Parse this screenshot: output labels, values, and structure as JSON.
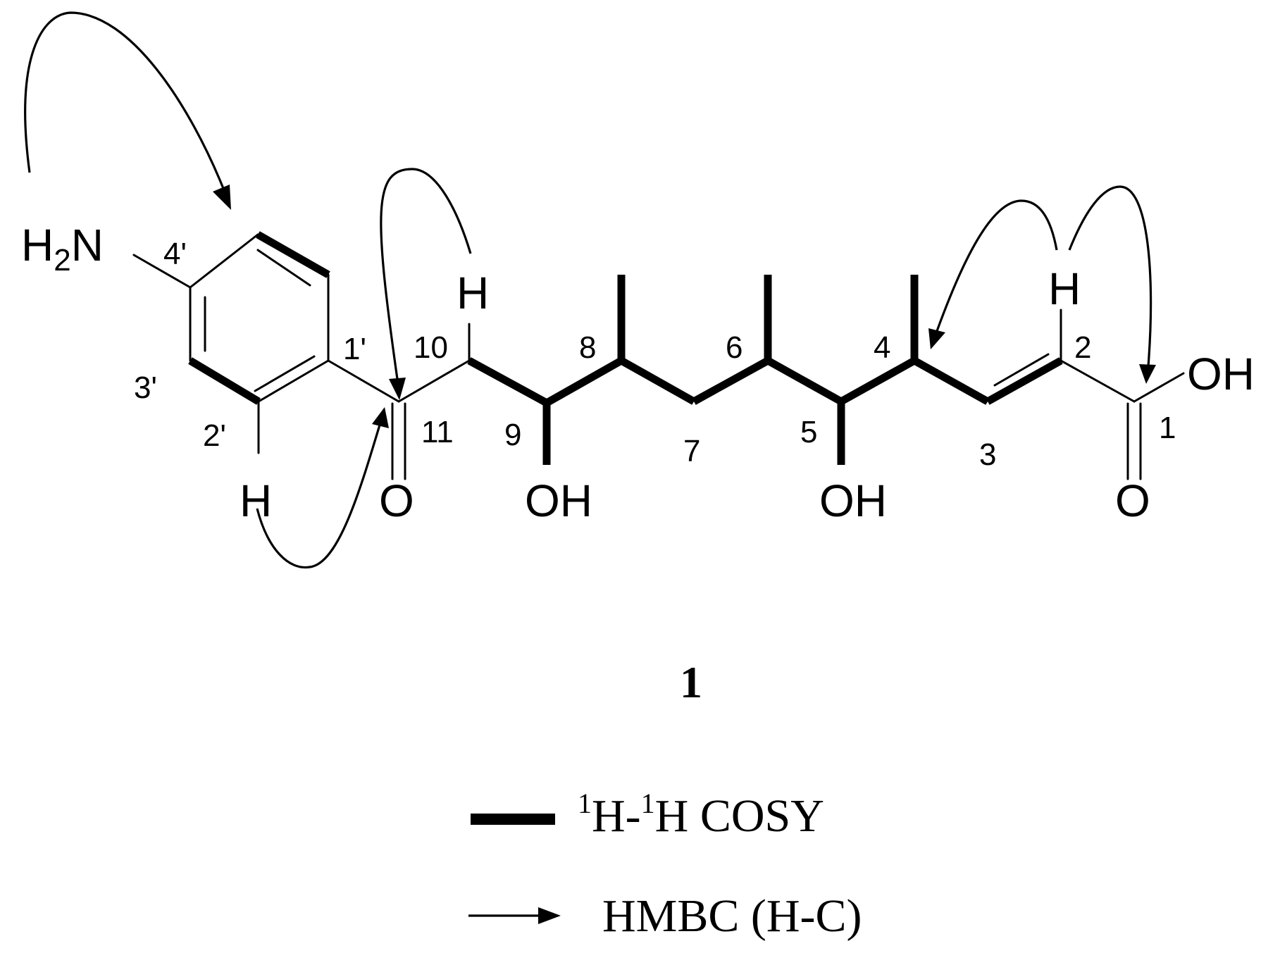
{
  "compound_number": "1",
  "atoms": {
    "amine": "H2N",
    "amine_parts": [
      "H",
      "2",
      "N"
    ],
    "h_phenyl": "H",
    "h_10": "H",
    "h_2": "H",
    "ketone_o": "O",
    "oh_9": "OH",
    "oh_5": "OH",
    "acid_o": "O",
    "acid_oh": "OH"
  },
  "position_labels": {
    "c4p": "4'",
    "c3p": "3'",
    "c2p": "2'",
    "c1p": "1'",
    "c10": "10",
    "c11": "11",
    "c9": "9",
    "c8": "8",
    "c7": "7",
    "c6": "6",
    "c5": "5",
    "c4": "4",
    "c3": "3",
    "c2": "2",
    "c1": "1"
  },
  "legend": {
    "cosy": {
      "sup1": "1",
      "h1": "H-",
      "sup2": "1",
      "h2": "H COSY"
    },
    "hmbc": "HMBC (H-C)"
  },
  "colors": {
    "ink": "#000000",
    "background": "#ffffff"
  }
}
